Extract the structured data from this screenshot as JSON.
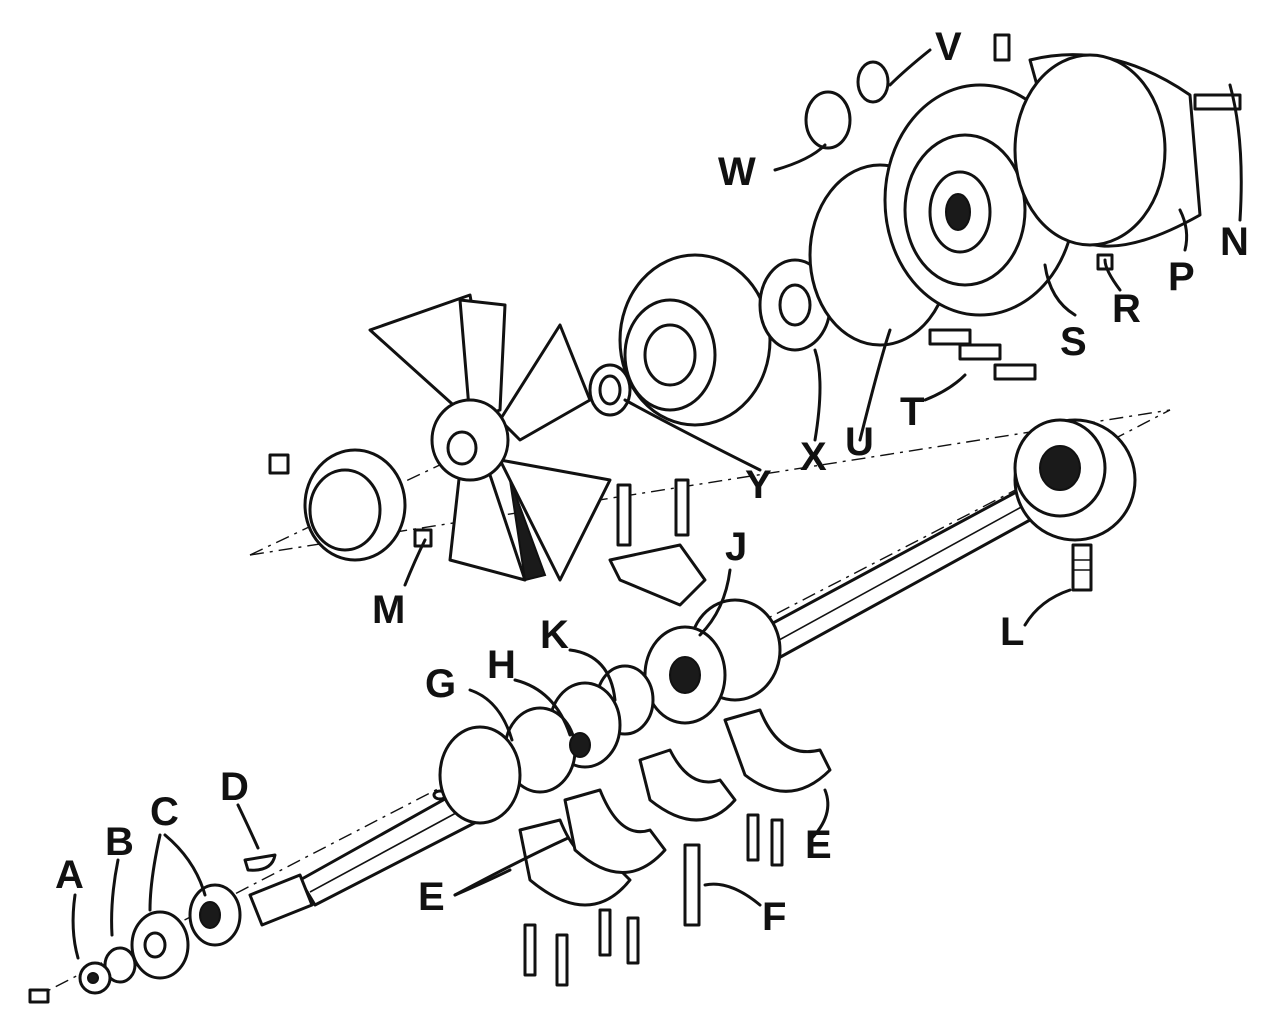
{
  "labels": {
    "A": "A",
    "B": "B",
    "C": "C",
    "D": "D",
    "E1": "E",
    "E2": "E",
    "F": "F",
    "G": "G",
    "H": "H",
    "J": "J",
    "K": "K",
    "L": "L",
    "M": "M",
    "N": "N",
    "P": "P",
    "R": "R",
    "S": "S",
    "T": "T",
    "U": "U",
    "V": "V",
    "W": "W",
    "X": "X",
    "Y": "Y"
  }
}
